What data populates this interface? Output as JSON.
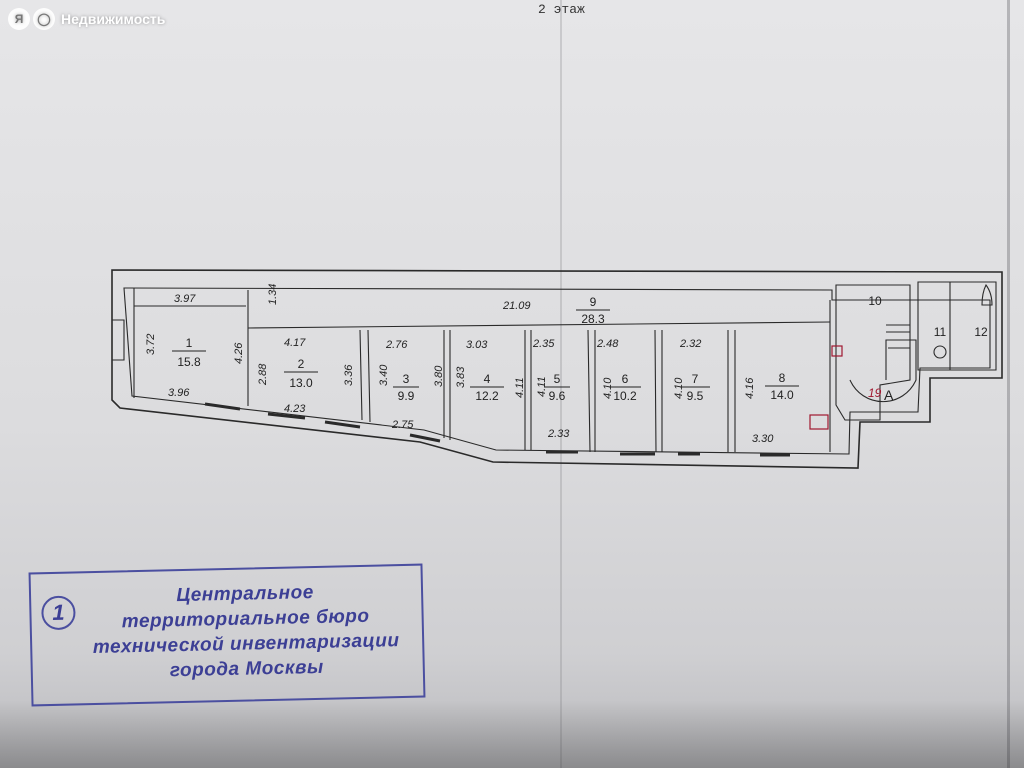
{
  "watermark": {
    "logo_letter": "Я",
    "text": "Недвижимость"
  },
  "floor_label": "2 этаж",
  "rooms": [
    {
      "num": "1",
      "area": "15.8"
    },
    {
      "num": "2",
      "area": "13.0"
    },
    {
      "num": "3",
      "area": "9.9"
    },
    {
      "num": "4",
      "area": "12.2"
    },
    {
      "num": "5",
      "area": "9.6"
    },
    {
      "num": "6",
      "area": "10.2"
    },
    {
      "num": "7",
      "area": "9.5"
    },
    {
      "num": "8",
      "area": "14.0"
    },
    {
      "num": "9",
      "area": "28.3"
    },
    {
      "num": "10",
      "area": ""
    },
    {
      "num": "11",
      "area": ""
    },
    {
      "num": "12",
      "area": ""
    }
  ],
  "stair": {
    "number": "19",
    "letter": "А"
  },
  "dimensions": [
    "3.97",
    "1.34",
    "21.09",
    "3.72",
    "4.26",
    "3.96",
    "4.17",
    "2.88",
    "3.36",
    "4.23",
    "2.76",
    "3.40",
    "3.80",
    "2.75",
    "3.03",
    "3.83",
    "4.11",
    "2.35",
    "4.11",
    "2.33",
    "2.48",
    "4.10",
    "2.32",
    "4.10",
    "4.16",
    "3.30"
  ],
  "stamp": {
    "circle": "1",
    "lines": [
      "Центральное",
      "территориальное бюро",
      "технической инвентаризации",
      "города Москвы"
    ]
  },
  "colors": {
    "stamp": "#3c3f95",
    "stair_number": "#a01830",
    "line": "#2a2a2a"
  }
}
